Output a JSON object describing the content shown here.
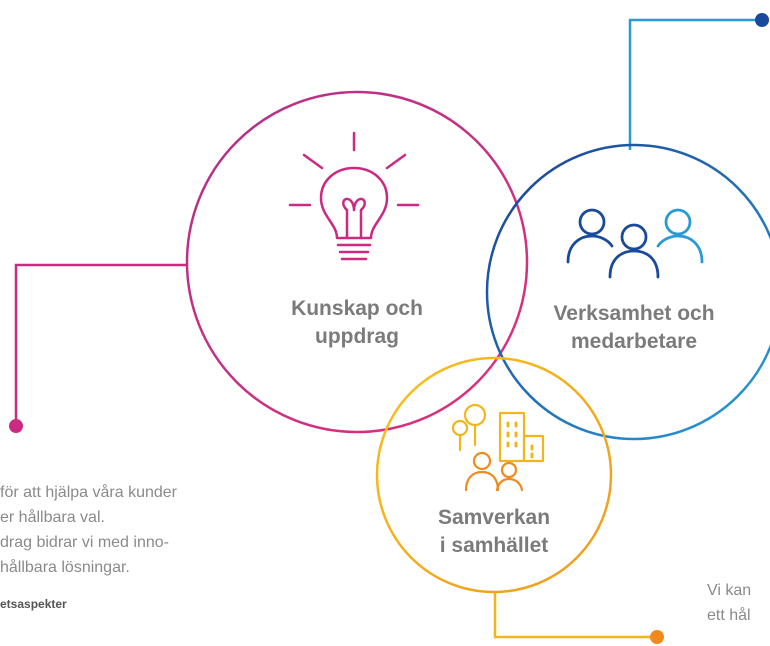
{
  "colors": {
    "magenta": "#cc2a82",
    "blue_dark": "#1a4a9c",
    "blue_light": "#2a9ad6",
    "yellow": "#f2b51a",
    "orange": "#ef8b1e",
    "text_gray": "#7b7b7b"
  },
  "circles": {
    "knowledge": {
      "icon": "lightbulb-icon",
      "label_line1": "Kunskap och",
      "label_line2": "uppdrag"
    },
    "operations": {
      "icon": "people-group-icon",
      "label_line1": "Verksamhet och",
      "label_line2": "medarbetare"
    },
    "society": {
      "icon": "city-people-icon",
      "label_line1": "Samverkan",
      "label_line2": "i samhället"
    }
  },
  "left_text": {
    "lines": [
      "för att hjälpa våra kunder",
      "er hållbara val.",
      "drag bidrar vi med inno-",
      "hållbara lösningar."
    ],
    "caption": "etsaspekter"
  },
  "right_text": {
    "lines": [
      "Vi kan",
      "ett hål"
    ]
  }
}
